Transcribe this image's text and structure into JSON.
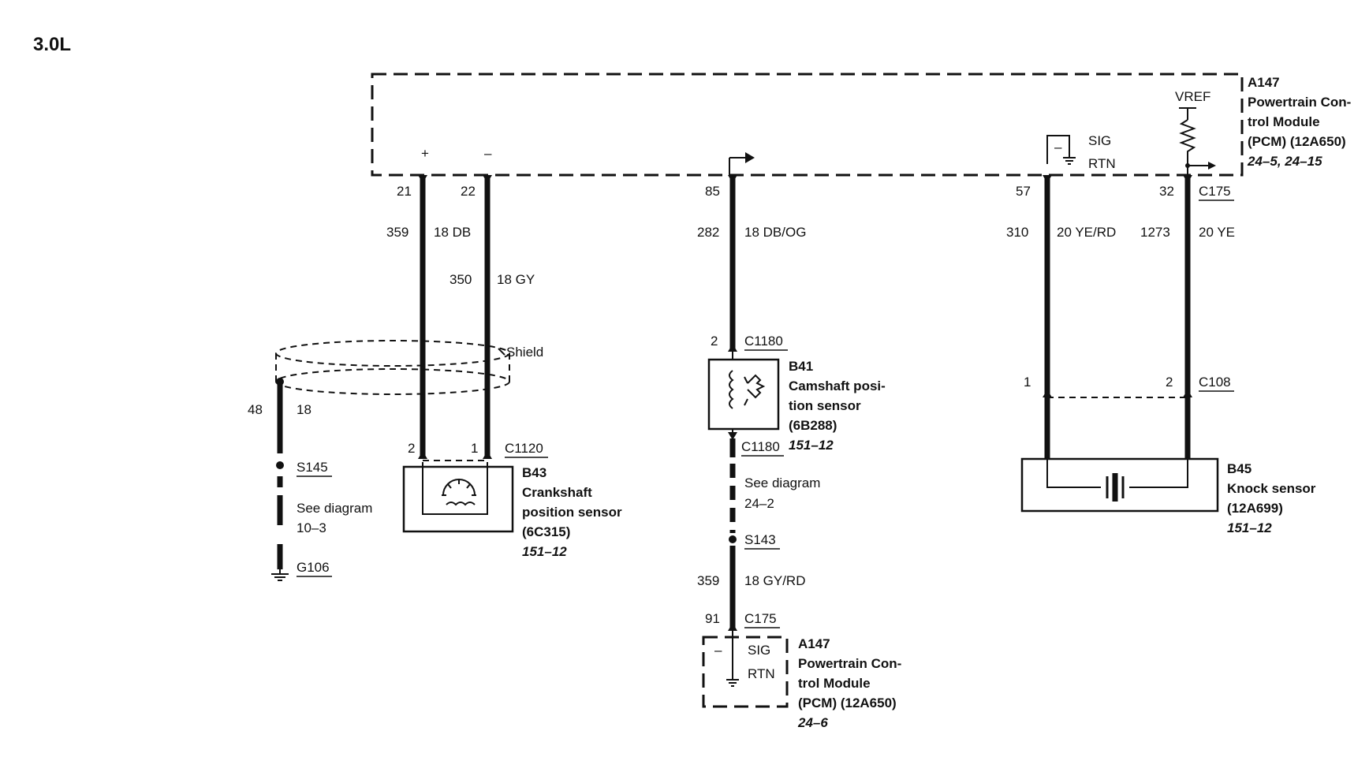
{
  "title": "3.0L",
  "pcm_top": {
    "id": "A147",
    "name_lines": [
      "Powertrain Con-",
      "trol Module",
      "(PCM) (12A650)"
    ],
    "refs": "24–5, 24–15",
    "pin_plus": "+",
    "pin_minus": "–",
    "vref": "VREF",
    "sig": "SIG",
    "rtn": "RTN",
    "sig_minus": "–"
  },
  "crank_circuit": {
    "pin_21": "21",
    "pin_22": "22",
    "circuit_359": "359",
    "color_359": "18 DB",
    "circuit_350": "350",
    "color_350": "18 GY",
    "shield_label": "Shield",
    "shield_circuit": "48",
    "shield_gauge": "18",
    "splice": "S145",
    "see_diagram": "See diagram",
    "see_diagram_ref": "10–3",
    "ground": "G106",
    "connector_pin_2": "2",
    "connector_pin_1": "1",
    "connector": "C1120",
    "sensor_id": "B43",
    "sensor_name_lines": [
      "Crankshaft",
      "position sensor",
      "(6C315)"
    ],
    "sensor_ref": "151–12"
  },
  "cam_circuit": {
    "pin_85": "85",
    "circuit_282": "282",
    "color_282": "18 DB/OG",
    "connector_pin_top": "2",
    "connector_top": "C1180",
    "sensor_id": "B41",
    "sensor_name_lines": [
      "Camshaft posi-",
      "tion sensor",
      "(6B288)"
    ],
    "sensor_ref": "151–12",
    "connector_bottom": "C1180",
    "see_diagram": "See diagram",
    "see_diagram_ref": "24–2",
    "splice": "S143",
    "circuit_359": "359",
    "color_359": "18 GY/RD",
    "pin_91": "91",
    "connector_c175": "C175",
    "pcm_id": "A147",
    "pcm_name_lines": [
      "Powertrain Con-",
      "trol Module",
      "(PCM) (12A650)"
    ],
    "pcm_ref": "24–6",
    "sig": "SIG",
    "rtn": "RTN",
    "minus": "–"
  },
  "knock_circuit": {
    "pin_57": "57",
    "pin_32": "32",
    "connector_c175": "C175",
    "circuit_310": "310",
    "color_310": "20 YE/RD",
    "circuit_1273": "1273",
    "color_1273": "20 YE",
    "connector_pin_1": "1",
    "connector_pin_2": "2",
    "connector": "C108",
    "sensor_id": "B45",
    "sensor_name_lines": [
      "Knock sensor",
      "(12A699)"
    ],
    "sensor_ref": "151–12"
  }
}
